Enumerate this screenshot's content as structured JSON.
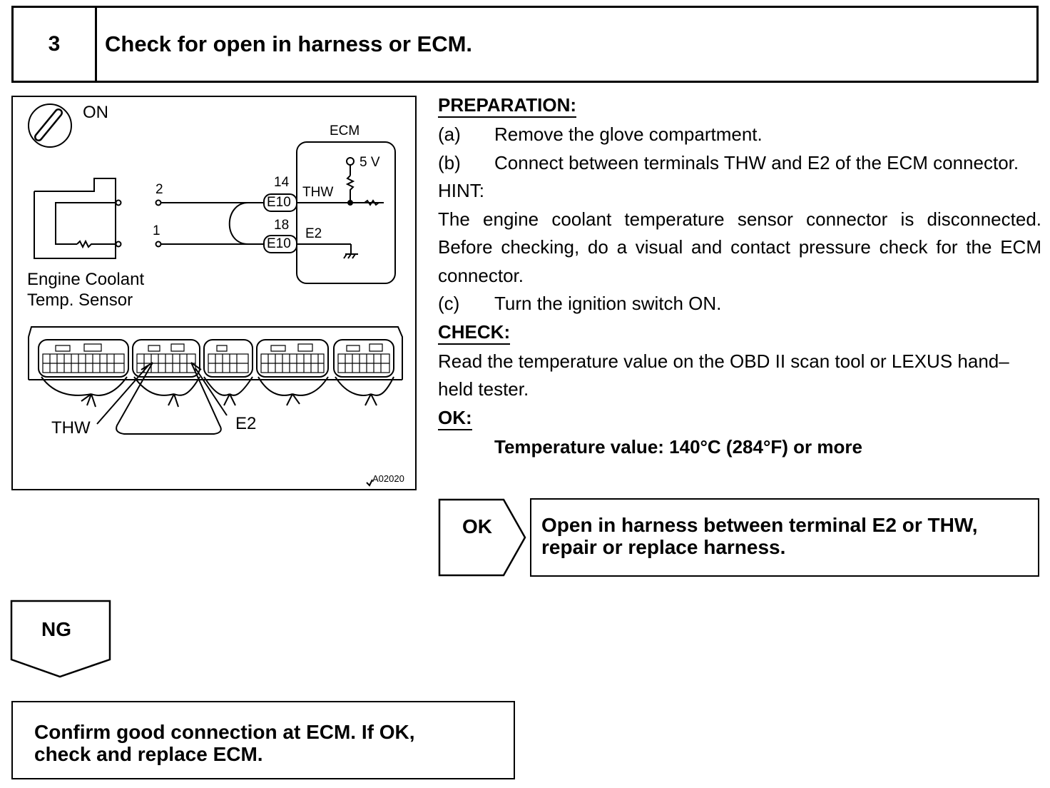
{
  "step": {
    "number": "3",
    "title": "Check for open in harness or ECM."
  },
  "diagram": {
    "ignition": "ON",
    "ecm_label": "ECM",
    "voltage": "5 V",
    "pin_2": "2",
    "pin_1": "1",
    "pin_14": "14",
    "pin_18": "18",
    "conn_upper": "E10",
    "conn_lower": "E10",
    "thw_terminal": "THW",
    "e2_terminal": "E2",
    "sensor_line1": "Engine Coolant",
    "sensor_line2": "Temp. Sensor",
    "thw_callout": "THW",
    "e2_callout": "E2",
    "figure_code": "A02020"
  },
  "procedure": {
    "preparation_heading": "PREPARATION:",
    "step_a_label": "(a)",
    "step_a_text": "Remove the glove compartment.",
    "step_b_label": "(b)",
    "step_b_text": "Connect between terminals THW and E2 of the ECM connector.",
    "hint_heading": "HINT:",
    "hint_text": "The engine coolant temperature sensor connector is disconnected. Before checking, do a visual and contact pressure check for the ECM connector.",
    "step_c_label": "(c)",
    "step_c_text": "Turn the ignition switch ON.",
    "check_heading": "CHECK:",
    "check_text": "Read the temperature value on the OBD II scan tool or LEXUS hand–held tester.",
    "ok_heading": "OK:",
    "ok_spec": "Temperature value: 140°C (284°F) or more"
  },
  "results": {
    "ok_label": "OK",
    "ok_action_line1": "Open in harness between terminal E2 or THW,",
    "ok_action_line2": "repair or replace harness.",
    "ng_label": "NG",
    "ng_action_line1": "Confirm good connection at ECM. If OK,",
    "ng_action_line2": "check and replace ECM."
  }
}
